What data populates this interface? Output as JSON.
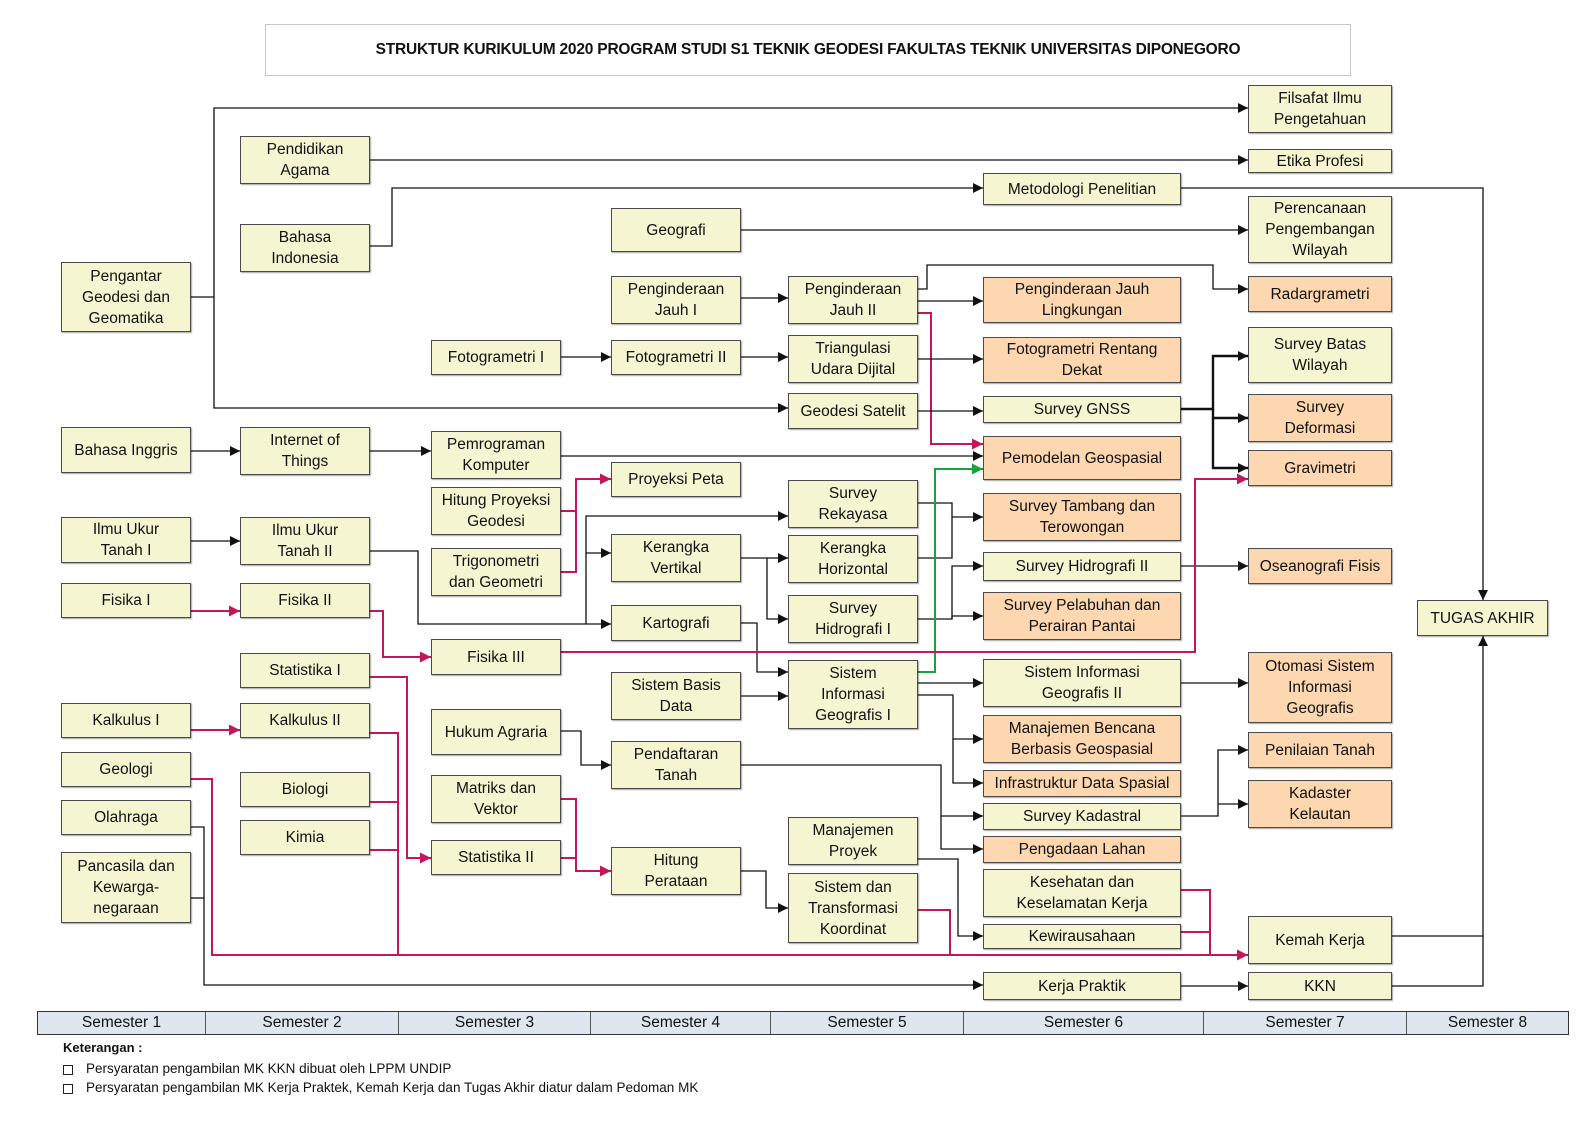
{
  "title": "STRUKTUR KURIKULUM 2020 PROGRAM STUDI S1 TEKNIK GEODESI FAKULTAS TEKNIK UNIVERSITAS DIPONEGORO",
  "colors": {
    "core_course": "#f5f5d2",
    "elective_course": "#fcd7b0",
    "prerequisite_line": "#111111",
    "strong_prerequisite_line": "#c2185b",
    "green_line": "#1aa33a",
    "semester_bar": "#dfe6f0"
  },
  "semesters": [
    "Semester 1",
    "Semester 2",
    "Semester 3",
    "Semester 4",
    "Semester 5",
    "Semester 6",
    "Semester 7",
    "Semester 8"
  ],
  "courses": {
    "pengantar_geodesi": {
      "label": "Pengantar\nGeodesi dan\nGeomatika",
      "semester": 1,
      "type": "core"
    },
    "bahasa_inggris": {
      "label": "Bahasa Inggris",
      "semester": 1,
      "type": "core"
    },
    "iut1": {
      "label": "Ilmu Ukur\nTanah I",
      "semester": 1,
      "type": "core"
    },
    "fisika1": {
      "label": "Fisika I",
      "semester": 1,
      "type": "core"
    },
    "kalkulus1": {
      "label": "Kalkulus I",
      "semester": 1,
      "type": "core"
    },
    "geologi": {
      "label": "Geologi",
      "semester": 1,
      "type": "core"
    },
    "olahraga": {
      "label": "Olahraga",
      "semester": 1,
      "type": "core"
    },
    "pancasila": {
      "label": "Pancasila dan\nKewarga-\nnegaraan",
      "semester": 1,
      "type": "core"
    },
    "pendidikan_agama": {
      "label": "Pendidikan\nAgama",
      "semester": 2,
      "type": "core"
    },
    "bahasa_indonesia": {
      "label": "Bahasa\nIndonesia",
      "semester": 2,
      "type": "core"
    },
    "iot": {
      "label": "Internet of\nThings",
      "semester": 2,
      "type": "core"
    },
    "iut2": {
      "label": "Ilmu Ukur\nTanah II",
      "semester": 2,
      "type": "core"
    },
    "fisika2": {
      "label": "Fisika II",
      "semester": 2,
      "type": "core"
    },
    "statistika1": {
      "label": "Statistika I",
      "semester": 2,
      "type": "core"
    },
    "kalkulus2": {
      "label": "Kalkulus II",
      "semester": 2,
      "type": "core"
    },
    "biologi": {
      "label": "Biologi",
      "semester": 2,
      "type": "core"
    },
    "kimia": {
      "label": "Kimia",
      "semester": 2,
      "type": "core"
    },
    "fotogrametri1": {
      "label": "Fotogrametri I",
      "semester": 3,
      "type": "core"
    },
    "pemrograman": {
      "label": "Pemrograman\nKomputer",
      "semester": 3,
      "type": "core"
    },
    "hitung_proyeksi": {
      "label": "Hitung Proyeksi\nGeodesi",
      "semester": 3,
      "type": "core"
    },
    "trigonometri": {
      "label": "Trigonometri\ndan Geometri",
      "semester": 3,
      "type": "core"
    },
    "fisika3": {
      "label": "Fisika III",
      "semester": 3,
      "type": "core"
    },
    "hukum_agraria": {
      "label": "Hukum Agraria",
      "semester": 3,
      "type": "core"
    },
    "matriks": {
      "label": "Matriks dan\nVektor",
      "semester": 3,
      "type": "core"
    },
    "statistika2": {
      "label": "Statistika II",
      "semester": 3,
      "type": "core"
    },
    "geografi": {
      "label": "Geografi",
      "semester": 4,
      "type": "core"
    },
    "pj1": {
      "label": "Penginderaan\nJauh I",
      "semester": 4,
      "type": "core"
    },
    "fotogrametri2": {
      "label": "Fotogrametri II",
      "semester": 4,
      "type": "core"
    },
    "proyeksi_peta": {
      "label": "Proyeksi Peta",
      "semester": 4,
      "type": "core"
    },
    "kerangka_vertikal": {
      "label": "Kerangka\nVertikal",
      "semester": 4,
      "type": "core"
    },
    "kartografi": {
      "label": "Kartografi",
      "semester": 4,
      "type": "core"
    },
    "sbd": {
      "label": "Sistem Basis\nData",
      "semester": 4,
      "type": "core"
    },
    "pendaftaran_tanah": {
      "label": "Pendaftaran\nTanah",
      "semester": 4,
      "type": "core"
    },
    "hitung_perataan": {
      "label": "Hitung\nPerataan",
      "semester": 4,
      "type": "core"
    },
    "pj2": {
      "label": "Penginderaan\nJauh II",
      "semester": 5,
      "type": "core"
    },
    "triangulasi": {
      "label": "Triangulasi\nUdara Dijital",
      "semester": 5,
      "type": "core"
    },
    "geodesi_satelit": {
      "label": "Geodesi Satelit",
      "semester": 5,
      "type": "core"
    },
    "survey_rekayasa": {
      "label": "Survey\nRekayasa",
      "semester": 5,
      "type": "core"
    },
    "kerangka_horizontal": {
      "label": "Kerangka\nHorizontal",
      "semester": 5,
      "type": "core"
    },
    "survey_hidrografi1": {
      "label": "Survey\nHidrografi I",
      "semester": 5,
      "type": "core"
    },
    "sig1": {
      "label": "Sistem\nInformasi\nGeografis I",
      "semester": 5,
      "type": "core"
    },
    "manajemen_proyek": {
      "label": "Manajemen\nProyek",
      "semester": 5,
      "type": "core"
    },
    "sistem_transformasi": {
      "label": "Sistem dan\nTransformasi\nKoordinat",
      "semester": 5,
      "type": "core"
    },
    "metodologi": {
      "label": "Metodologi Penelitian",
      "semester": 6,
      "type": "core"
    },
    "pj_lingkungan": {
      "label": "Penginderaan Jauh\nLingkungan",
      "semester": 6,
      "type": "elective"
    },
    "fotogrametri_rentang": {
      "label": "Fotogrametri Rentang\nDekat",
      "semester": 6,
      "type": "elective"
    },
    "survey_gnss": {
      "label": "Survey GNSS",
      "semester": 6,
      "type": "core"
    },
    "pemodelan_geospasial": {
      "label": "Pemodelan Geospasial",
      "semester": 6,
      "type": "elective"
    },
    "survey_tambang": {
      "label": "Survey Tambang dan\nTerowongan",
      "semester": 6,
      "type": "elective"
    },
    "survey_hidrografi2": {
      "label": "Survey Hidrografi II",
      "semester": 6,
      "type": "core"
    },
    "survey_pelabuhan": {
      "label": "Survey Pelabuhan dan\nPerairan Pantai",
      "semester": 6,
      "type": "elective"
    },
    "sig2": {
      "label": "Sistem Informasi\nGeografis II",
      "semester": 6,
      "type": "core"
    },
    "manajemen_bencana": {
      "label": "Manajemen Bencana\nBerbasis Geospasial",
      "semester": 6,
      "type": "elective"
    },
    "ids": {
      "label": "Infrastruktur Data Spasial",
      "semester": 6,
      "type": "elective"
    },
    "survey_kadastral": {
      "label": "Survey Kadastral",
      "semester": 6,
      "type": "core"
    },
    "pengadaan_lahan": {
      "label": "Pengadaan Lahan",
      "semester": 6,
      "type": "elective"
    },
    "k3": {
      "label": "Kesehatan dan\nKeselamatan Kerja",
      "semester": 6,
      "type": "core"
    },
    "kewirausahaan": {
      "label": "Kewirausahaan",
      "semester": 6,
      "type": "core"
    },
    "kerja_praktik": {
      "label": "Kerja Praktik",
      "semester": 6,
      "type": "core"
    },
    "filsafat": {
      "label": "Filsafat Ilmu\nPengetahuan",
      "semester": 7,
      "type": "core"
    },
    "etika_profesi": {
      "label": "Etika Profesi",
      "semester": 7,
      "type": "core"
    },
    "perencanaan_wilayah": {
      "label": "Perencanaan\nPengembangan\nWilayah",
      "semester": 7,
      "type": "core"
    },
    "radargrametri": {
      "label": "Radargrametri",
      "semester": 7,
      "type": "elective"
    },
    "survey_batas": {
      "label": "Survey Batas\nWilayah",
      "semester": 7,
      "type": "core"
    },
    "survey_deformasi": {
      "label": "Survey\nDeformasi",
      "semester": 7,
      "type": "elective"
    },
    "gravimetri": {
      "label": "Gravimetri",
      "semester": 7,
      "type": "elective"
    },
    "oseanografi": {
      "label": "Oseanografi Fisis",
      "semester": 7,
      "type": "elective"
    },
    "otomasi_sig": {
      "label": "Otomasi Sistem\nInformasi\nGeografis",
      "semester": 7,
      "type": "elective"
    },
    "penilaian_tanah": {
      "label": "Penilaian Tanah",
      "semester": 7,
      "type": "elective"
    },
    "kadaster_kelautan": {
      "label": "Kadaster\nKelautan",
      "semester": 7,
      "type": "elective"
    },
    "kemah_kerja": {
      "label": "Kemah Kerja",
      "semester": 7,
      "type": "core"
    },
    "kkn": {
      "label": "KKN",
      "semester": 7,
      "type": "core"
    },
    "tugas_akhir": {
      "label": "TUGAS AKHIR",
      "semester": 8,
      "type": "core"
    }
  },
  "prerequisites": [
    {
      "from": "pengantar_geodesi",
      "to": "filsafat",
      "style": "black"
    },
    {
      "from": "pengantar_geodesi",
      "to": "geodesi_satelit",
      "style": "black"
    },
    {
      "from": "pendidikan_agama",
      "to": "etika_profesi",
      "style": "black"
    },
    {
      "from": "bahasa_indonesia",
      "to": "metodologi",
      "style": "black"
    },
    {
      "from": "metodologi",
      "to": "tugas_akhir",
      "style": "black"
    },
    {
      "from": "geografi",
      "to": "perencanaan_wilayah",
      "style": "black"
    },
    {
      "from": "pj1",
      "to": "pj2",
      "style": "black"
    },
    {
      "from": "pj2",
      "to": "radargrametri",
      "style": "black"
    },
    {
      "from": "pj2",
      "to": "pj_lingkungan",
      "style": "black"
    },
    {
      "from": "pj2",
      "to": "pemodelan_geospasial",
      "style": "red"
    },
    {
      "from": "fotogrametri1",
      "to": "fotogrametri2",
      "style": "black"
    },
    {
      "from": "fotogrametri2",
      "to": "triangulasi",
      "style": "black"
    },
    {
      "from": "triangulasi",
      "to": "fotogrametri_rentang",
      "style": "black"
    },
    {
      "from": "geodesi_satelit",
      "to": "survey_gnss",
      "style": "black"
    },
    {
      "from": "survey_gnss",
      "to": "survey_batas",
      "style": "black"
    },
    {
      "from": "survey_gnss",
      "to": "survey_deformasi",
      "style": "black"
    },
    {
      "from": "survey_gnss",
      "to": "gravimetri",
      "style": "black"
    },
    {
      "from": "bahasa_inggris",
      "to": "iot",
      "style": "black"
    },
    {
      "from": "iot",
      "to": "pemrograman",
      "style": "black"
    },
    {
      "from": "pemrograman",
      "to": "pemodelan_geospasial",
      "style": "black"
    },
    {
      "from": "hitung_proyeksi",
      "to": "proyeksi_peta",
      "style": "red"
    },
    {
      "from": "trigonometri",
      "to": "proyeksi_peta",
      "style": "red"
    },
    {
      "from": "iut1",
      "to": "iut2",
      "style": "black"
    },
    {
      "from": "iut2",
      "to": "survey_rekayasa",
      "style": "black"
    },
    {
      "from": "iut2",
      "to": "kerangka_vertikal",
      "style": "black"
    },
    {
      "from": "iut2",
      "to": "kartografi",
      "style": "black"
    },
    {
      "from": "kerangka_vertikal",
      "to": "kerangka_horizontal",
      "style": "black"
    },
    {
      "from": "kerangka_vertikal",
      "to": "survey_hidrografi1",
      "style": "black"
    },
    {
      "from": "survey_rekayasa",
      "to": "survey_tambang",
      "style": "black"
    },
    {
      "from": "kerangka_horizontal",
      "to": "survey_tambang",
      "style": "black"
    },
    {
      "from": "survey_hidrografi1",
      "to": "survey_hidrografi2",
      "style": "black"
    },
    {
      "from": "survey_hidrografi1",
      "to": "survey_pelabuhan",
      "style": "black"
    },
    {
      "from": "survey_hidrografi2",
      "to": "oseanografi",
      "style": "black"
    },
    {
      "from": "kartografi",
      "to": "sig1",
      "style": "black"
    },
    {
      "from": "sbd",
      "to": "sig1",
      "style": "black"
    },
    {
      "from": "sig1",
      "to": "pemodelan_geospasial",
      "style": "green"
    },
    {
      "from": "sig1",
      "to": "sig2",
      "style": "black"
    },
    {
      "from": "sig1",
      "to": "manajemen_bencana",
      "style": "black"
    },
    {
      "from": "sig1",
      "to": "ids",
      "style": "black"
    },
    {
      "from": "sig2",
      "to": "otomasi_sig",
      "style": "black"
    },
    {
      "from": "fisika1",
      "to": "fisika2",
      "style": "red"
    },
    {
      "from": "fisika2",
      "to": "fisika3",
      "style": "red"
    },
    {
      "from": "fisika3",
      "to": "gravimetri",
      "style": "red"
    },
    {
      "from": "kalkulus1",
      "to": "kalkulus2",
      "style": "red"
    },
    {
      "from": "statistika1",
      "to": "statistika2",
      "style": "red"
    },
    {
      "from": "statistika2",
      "to": "hitung_perataan",
      "style": "red"
    },
    {
      "from": "matriks",
      "to": "hitung_perataan",
      "style": "red"
    },
    {
      "from": "hukum_agraria",
      "to": "pendaftaran_tanah",
      "style": "black"
    },
    {
      "from": "pendaftaran_tanah",
      "to": "survey_kadastral",
      "style": "black"
    },
    {
      "from": "pendaftaran_tanah",
      "to": "pengadaan_lahan",
      "style": "black"
    },
    {
      "from": "survey_kadastral",
      "to": "penilaian_tanah",
      "style": "black"
    },
    {
      "from": "survey_kadastral",
      "to": "kadaster_kelautan",
      "style": "black"
    },
    {
      "from": "hitung_perataan",
      "to": "sistem_transformasi",
      "style": "black"
    },
    {
      "from": "manajemen_proyek",
      "to": "kewirausahaan",
      "style": "black"
    },
    {
      "from": "geologi",
      "to": "kemah_kerja",
      "style": "red"
    },
    {
      "from": "kalkulus2",
      "to": "kemah_kerja",
      "style": "red"
    },
    {
      "from": "biologi",
      "to": "kemah_kerja",
      "style": "red"
    },
    {
      "from": "kimia",
      "to": "kemah_kerja",
      "style": "red"
    },
    {
      "from": "sistem_transformasi",
      "to": "kemah_kerja",
      "style": "red"
    },
    {
      "from": "k3",
      "to": "kemah_kerja",
      "style": "red"
    },
    {
      "from": "kewirausahaan",
      "to": "kemah_kerja",
      "style": "red"
    },
    {
      "from": "olahraga",
      "to": "kerja_praktik",
      "style": "black"
    },
    {
      "from": "pancasila",
      "to": "kerja_praktik",
      "style": "black"
    },
    {
      "from": "kerja_praktik",
      "to": "kkn",
      "style": "black"
    },
    {
      "from": "kemah_kerja",
      "to": "tugas_akhir",
      "style": "black"
    },
    {
      "from": "kkn",
      "to": "tugas_akhir",
      "style": "black"
    }
  ],
  "notes": {
    "title": "Keterangan :",
    "items": [
      "Persyaratan pengambilan MK KKN dibuat oleh LPPM UNDIP",
      "Persyaratan pengambilan MK Kerja Praktek, Kemah Kerja dan Tugas Akhir diatur dalam Pedoman MK"
    ]
  }
}
